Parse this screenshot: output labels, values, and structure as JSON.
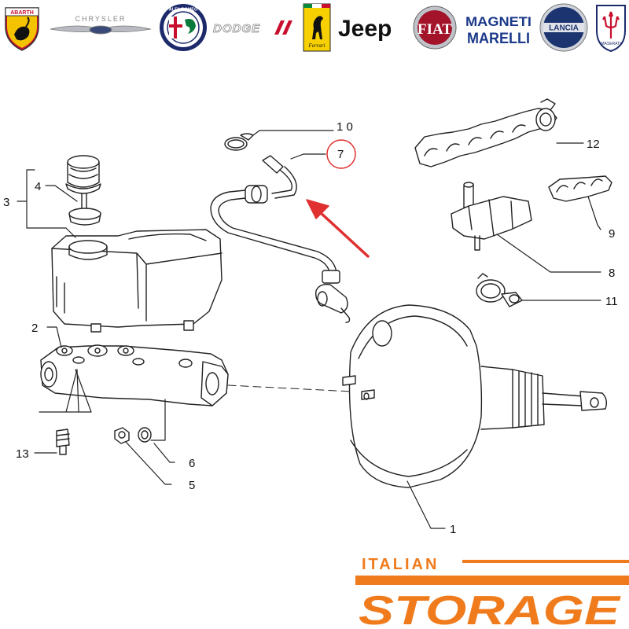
{
  "brand_logos": [
    {
      "name": "Abarth",
      "label": "ABARTH"
    },
    {
      "name": "Chrysler",
      "label": "CHRYSLER"
    },
    {
      "name": "Alfa Romeo",
      "label": "ALFA ROMEO"
    },
    {
      "name": "Dodge",
      "label": "DODGE"
    },
    {
      "name": "Ferrari",
      "label": "Ferrari"
    },
    {
      "name": "Jeep",
      "label": "Jeep"
    },
    {
      "name": "Fiat",
      "label": "FIAT"
    },
    {
      "name": "Magneti Marelli",
      "label": "MAGNETI MARELLI"
    },
    {
      "name": "Lancia",
      "label": "LANCIA"
    },
    {
      "name": "Maserati",
      "label": "MASERATI"
    }
  ],
  "callouts": {
    "c1": "1",
    "c2": "2",
    "c3": "3",
    "c4": "4",
    "c5": "5",
    "c6": "6",
    "c7": "7",
    "c8": "8",
    "c9": "9",
    "c10": "1 0",
    "c11": "11",
    "c12": "12",
    "c13": "13"
  },
  "highlight": {
    "callout": "7",
    "color": "#e03030"
  },
  "store_logo": {
    "top": "ITALIAN",
    "bottom": "STORAGE",
    "color": "#f07b1c"
  }
}
